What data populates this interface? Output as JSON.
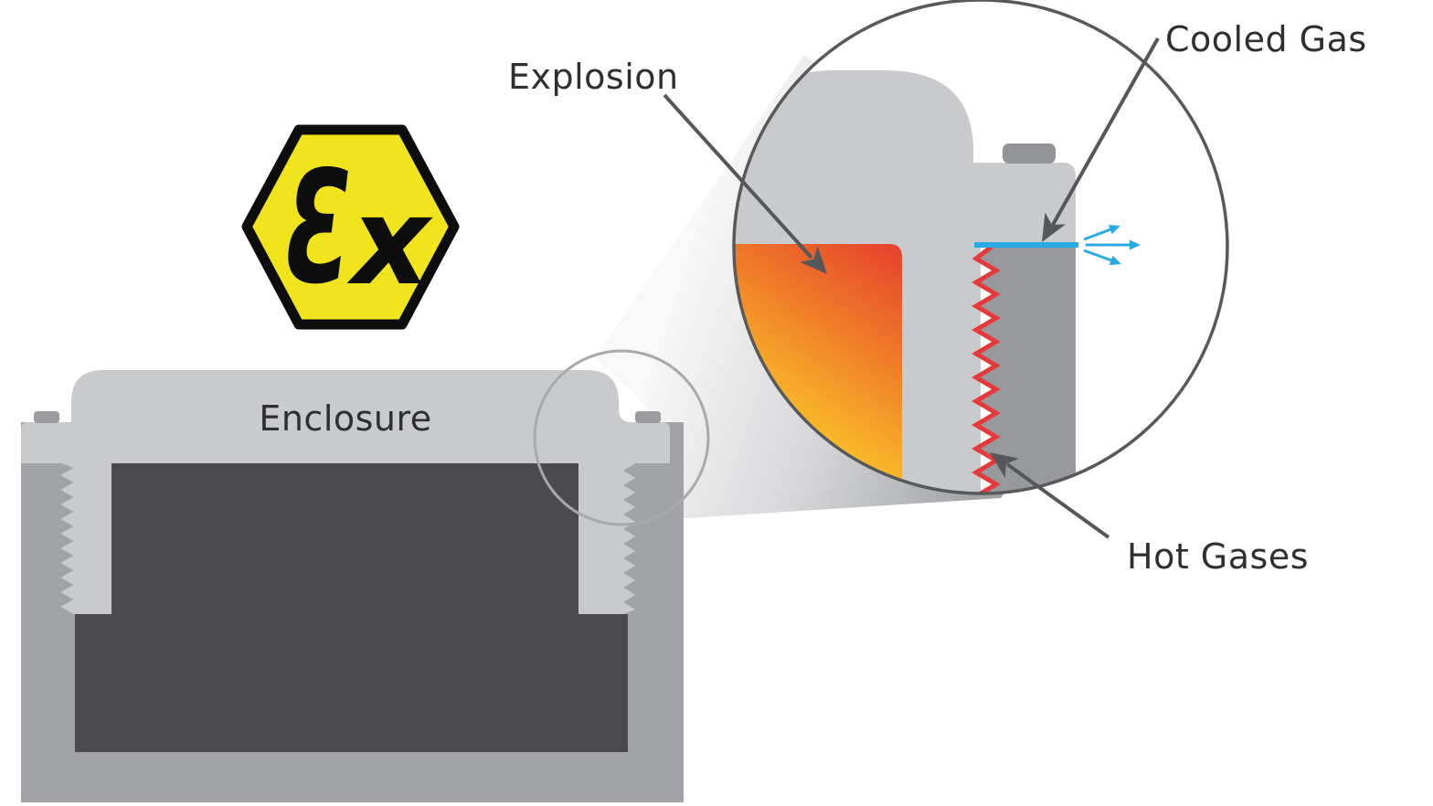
{
  "atex_symbol": {
    "epsilon": "Ɛ",
    "x": "x"
  },
  "enclosure": {
    "label": "Enclosure"
  },
  "magnified_view": {
    "explosion_label": "Explosion",
    "cooled_gas_label": "Cooled Gas",
    "hot_gases_label": "Hot Gases"
  },
  "colors": {
    "background": "#ffffff",
    "hex_yellow": "#f0e51c",
    "hex_border": "#0d0d0d",
    "lid_gray": "#c9cacc",
    "wall_gray": "#a1a3a6",
    "interior_gray": "#4b4b4d",
    "bolt_gray": "#9a9c9f",
    "magnified_wall_gray": "#97999c",
    "magnified_bolt_gray": "#939598",
    "big_circle_outline": "#58595b",
    "small_circle_outline": "#a7a9ac",
    "label_arrow_gray": "#56575a",
    "label_text": "#2e2f31",
    "cooled_gas_blue": "#29abe2",
    "hot_gas_red": "#e6393b",
    "explosion_red": "#e5402d",
    "explosion_orange": "#ef7b28",
    "explosion_amber": "#f9b929",
    "explosion_yellow": "#ffd92f",
    "beam_light": "#f8f8f8",
    "beam_mid": "#d5d6d8",
    "beam_dark": "#9ea0a3"
  }
}
